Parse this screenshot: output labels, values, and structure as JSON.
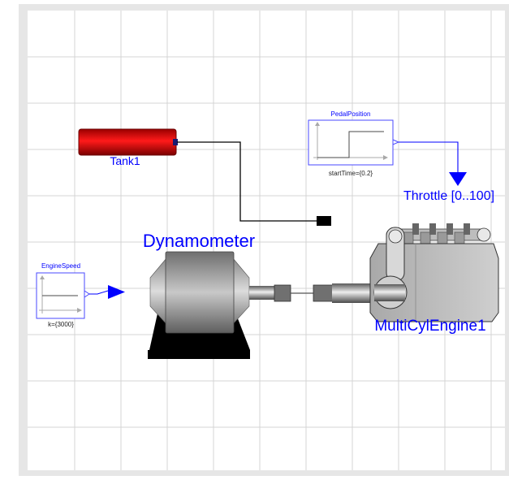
{
  "components": {
    "tank": {
      "label": "Tank1"
    },
    "pedal": {
      "title": "PedalPosition",
      "param": "startTime={0.2}"
    },
    "throttle": {
      "label": "Throttle [0..100]"
    },
    "dyno": {
      "label": "Dynamometer"
    },
    "speed": {
      "title": "EngineSpeed",
      "param": "k={3000}"
    },
    "engine": {
      "label": "MultiCylEngine1"
    }
  },
  "colors": {
    "frame": "#e6e6e6",
    "grid": "#d2d2d2",
    "connector": "#0000ff",
    "label": "#0000ff",
    "tank": "#ff0000"
  }
}
